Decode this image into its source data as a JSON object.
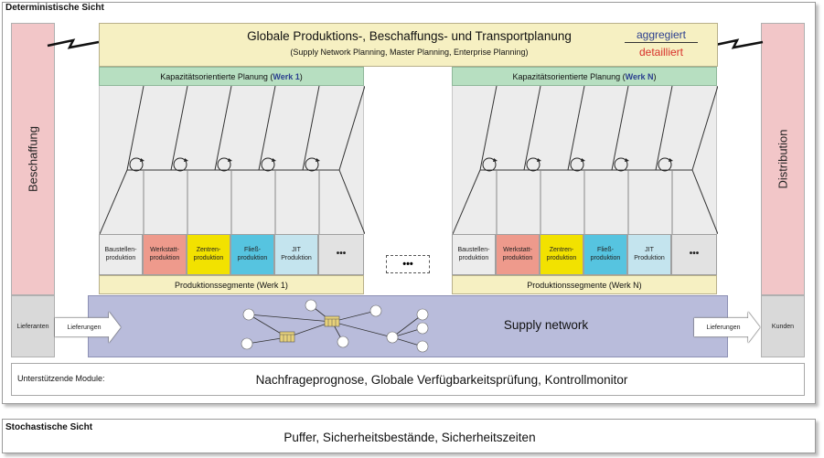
{
  "deterministic": {
    "title": "Deterministische Sicht",
    "left_label": "Beschaffung",
    "right_label": "Distribution",
    "suppliers": "Lieferanten",
    "customers": "Kunden",
    "deliveries_in": "Lieferungen",
    "deliveries_out": "Lieferungen",
    "global_planning": {
      "title": "Globale Produktions-, Beschaffungs- und Transportplanung",
      "subtitle": "(Supply Network Planning, Master Planning, Enterprise Planning)",
      "aggregated": "aggregiert",
      "detailed": "detailliert"
    },
    "plants": [
      {
        "header_prefix": "Kapazitätsorientierte Planung (",
        "werk": "Werk 1",
        "header_suffix": ")",
        "segments_label": "Produktionssegmente (Werk 1)"
      },
      {
        "header_prefix": "Kapazitätsorientierte Planung (",
        "werk": "Werk N",
        "header_suffix": ")",
        "segments_label": "Produktionssegmente (Werk N)"
      }
    ],
    "segments": [
      {
        "line1": "Baustellen-",
        "line2": "produktion",
        "color": "#ececec"
      },
      {
        "line1": "Werkstatt-",
        "line2": "produktion",
        "color": "#ee9a8c"
      },
      {
        "line1": "Zentren-",
        "line2": "produktion",
        "color": "#f2e200"
      },
      {
        "line1": "Fließ-",
        "line2": "produktion",
        "color": "#56c4e0"
      },
      {
        "line1": "JIT",
        "line2": "Produktion",
        "color": "#c4e4ee"
      },
      {
        "line1": "•••",
        "line2": "",
        "color": "#e2e2e2"
      }
    ],
    "middle_ellipsis": "•••",
    "supply_network": "Supply network",
    "modules": {
      "label": "Unterstützende Module:",
      "content": "Nachfrageprognose, Globale Verfügbarkeitsprüfung, Kontrollmonitor"
    }
  },
  "stochastic": {
    "title": "Stochastische Sicht",
    "content": "Puffer, Sicherheitsbestände, Sicherheitszeiten"
  },
  "colors": {
    "aggregated": "#2b3f8f",
    "detailed": "#d8302a",
    "werk": "#2b3f8f"
  }
}
